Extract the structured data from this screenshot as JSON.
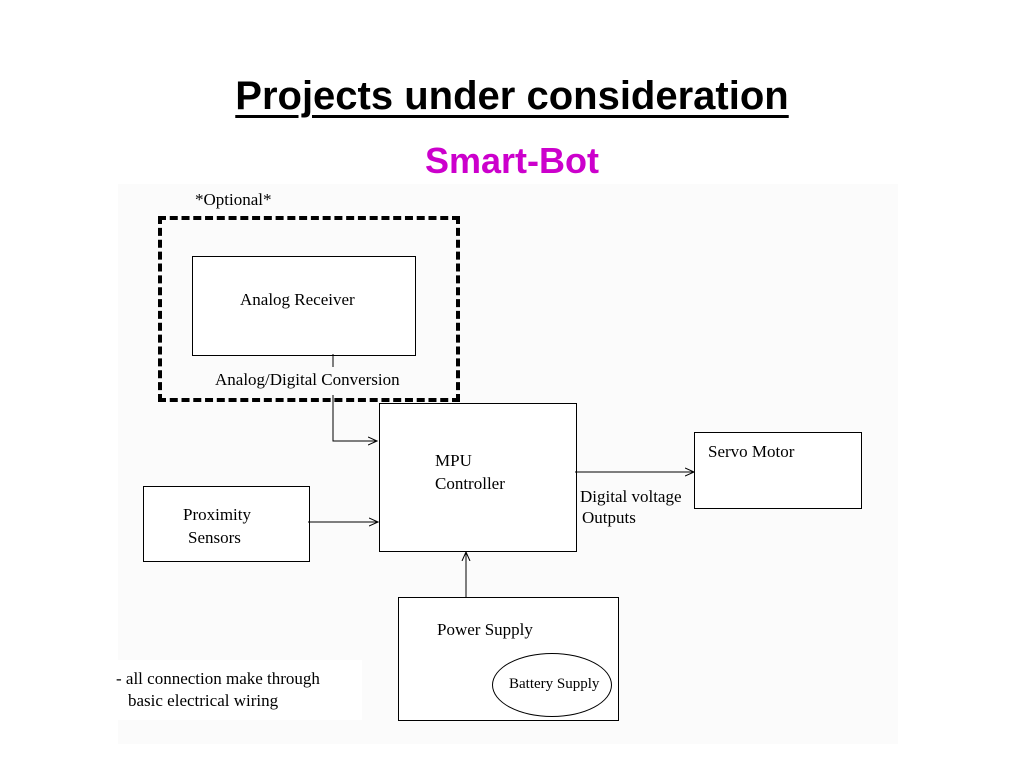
{
  "slide": {
    "title": "Projects under consideration",
    "subtitle": "Smart-Bot",
    "subtitle_color": "#cc00cc"
  },
  "diagram": {
    "optional_label": "*Optional*",
    "analog_receiver": "Analog Receiver",
    "ad_conversion": "Analog/Digital Conversion",
    "mpu_line1": "MPU",
    "mpu_line2": "Controller",
    "servo_motor": "Servo Motor",
    "digital_line1": "Digital voltage",
    "digital_line2": "Outputs",
    "proximity_line1": "Proximity",
    "proximity_line2": "Sensors",
    "power_supply": "Power Supply",
    "battery_supply": "Battery Supply",
    "note_line1": "- all connection make through",
    "note_line2": "basic electrical wiring"
  }
}
